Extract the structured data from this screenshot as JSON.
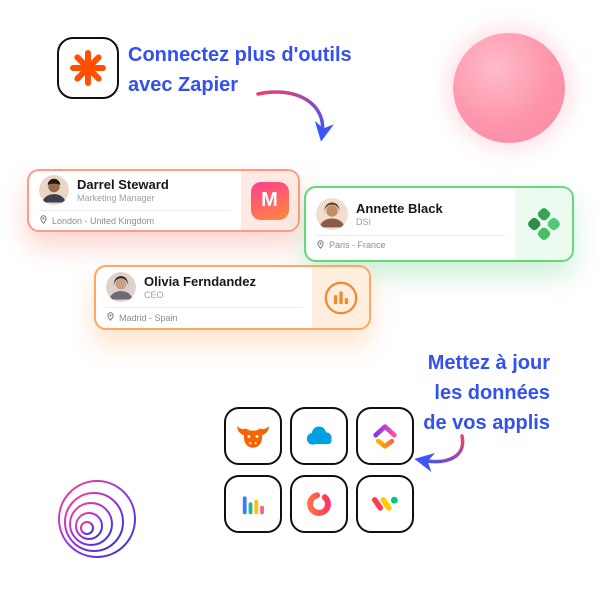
{
  "annotations": {
    "connect": {
      "line1": "Connectez plus d'outils",
      "line2": "avec Zapier"
    },
    "update": {
      "line1": "Mettez à jour",
      "line2": "les données",
      "line3": "de vos applis"
    }
  },
  "cards": [
    {
      "name": "Darrel Steward",
      "role": "Marketing Manager",
      "location": "London - United Kingdom",
      "accent": "#ff9b82",
      "logo": "m-gradient-logo",
      "logo_letter": "M"
    },
    {
      "name": "Annette Black",
      "role": "DSI",
      "location": "Paris - France",
      "accent": "#63d87d",
      "logo": "clover-logo"
    },
    {
      "name": "Olivia Ferndandez",
      "role": "CEO",
      "location": "Madrid - Spain",
      "accent": "#ffa763",
      "logo": "bar-chart-logo"
    }
  ],
  "app_icons": [
    {
      "name": "bull-app-icon"
    },
    {
      "name": "cloud-app-icon"
    },
    {
      "name": "clickup-app-icon"
    },
    {
      "name": "bars-app-icon"
    },
    {
      "name": "pink-ring-app-icon"
    },
    {
      "name": "monday-m-app-icon"
    }
  ],
  "colors": {
    "headline_blue": "#3350f0",
    "zapier_orange": "#ff4f00",
    "blob_pink": "#fd95ac",
    "arrow_gradient_start": "#f23e6f",
    "arrow_gradient_end": "#3b55f7"
  }
}
